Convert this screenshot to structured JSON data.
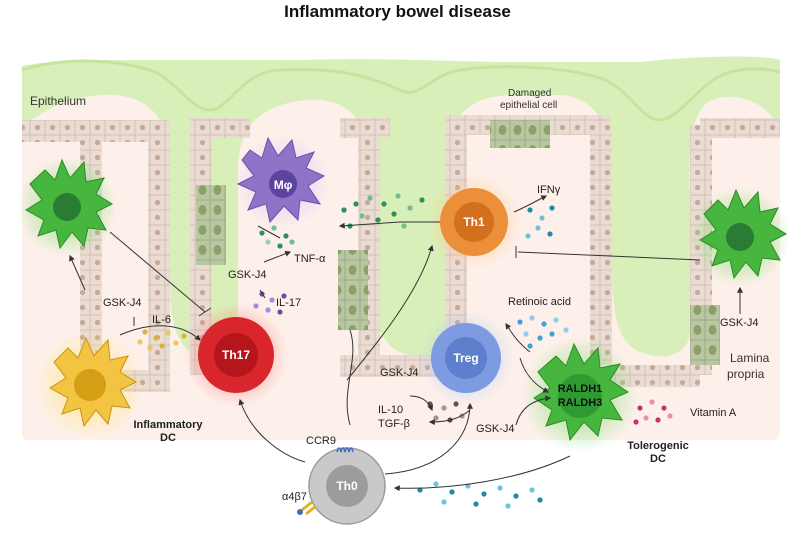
{
  "title": "Inflammatory bowel disease",
  "regions": {
    "epithelium": "Epithelium",
    "damaged_cell_line1": "Damaged",
    "damaged_cell_line2": "epithelial cell",
    "lamina_line1": "Lamina",
    "lamina_line2": "propria"
  },
  "cells": {
    "macrophage": "Mφ",
    "th1": "Th1",
    "th17": "Th17",
    "treg": "Treg",
    "th0": "Th0",
    "raldh1": "RALDH1",
    "raldh3": "RALDH3",
    "inflammatory_dc_line1": "Inflammatory",
    "inflammatory_dc_line2": "DC",
    "tolerogenic_dc_line1": "Tolerogenic",
    "tolerogenic_dc_line2": "DC"
  },
  "labels": {
    "gsk_j4_left": "GSK-J4",
    "il6": "IL-6",
    "gsk_j4_mid": "GSK-J4",
    "tnf": "TNF-α",
    "il17": "IL-17",
    "ifng": "IFNγ",
    "retinoic_acid": "Retinoic acid",
    "gsk_j4_right": "GSK-J4",
    "gsk_j4_treg": "GSK-J4",
    "il10": "IL-10",
    "tgfb": "TGF-β",
    "gsk_j4_tol": "GSK-J4",
    "vitamin_a": "Vitamin A",
    "ccr9": "CCR9",
    "a4b7": "α4β7"
  },
  "colors": {
    "epithelium": "#d9efb9",
    "lamina": "#fdf0ea",
    "th17": "#d8262c",
    "th1": "#ec8f3a",
    "treg": "#6d8fd6",
    "th0": "#a7a7a7",
    "macrophage": "#8e73c9",
    "tolerogenic_dc": "#3fb63a",
    "inflammatory_dc": "#e4b21d"
  }
}
